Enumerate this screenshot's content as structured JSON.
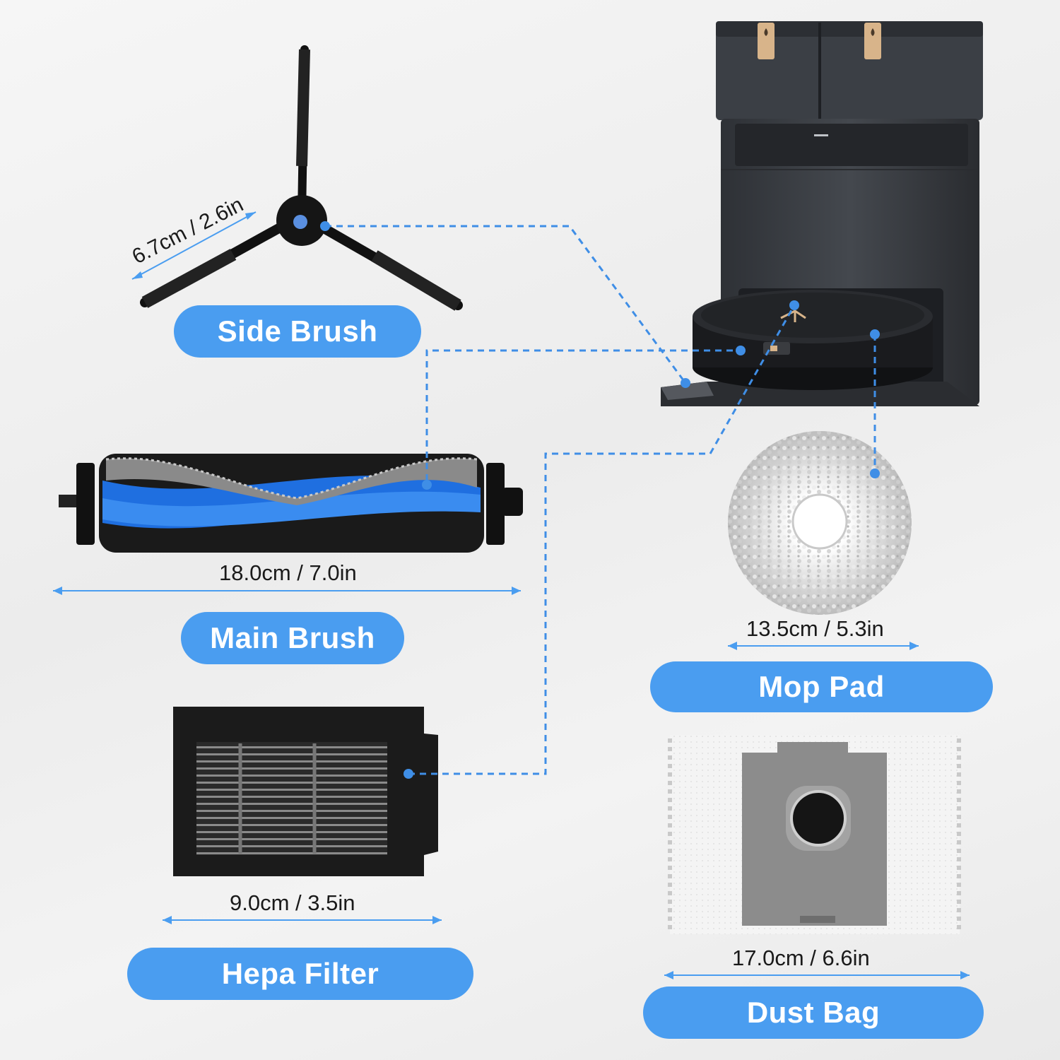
{
  "products": {
    "side_brush": {
      "label": "Side Brush",
      "dimension": "6.7cm / 2.6in"
    },
    "main_brush": {
      "label": "Main Brush",
      "dimension": "18.0cm / 7.0in"
    },
    "hepa_filter": {
      "label": "Hepa Filter",
      "dimension": "9.0cm / 3.5in"
    },
    "mop_pad": {
      "label": "Mop Pad",
      "dimension": "13.5cm / 5.3in"
    },
    "dust_bag": {
      "label": "Dust Bag",
      "dimension": "17.0cm / 6.6in"
    }
  },
  "colors": {
    "accent": "#4a9df0",
    "connector": "#3f8ee6",
    "station": "#3a3d42",
    "background": "#f2f2f2"
  },
  "icons": {
    "station_lid_left": "water-drop-icon",
    "station_lid_right": "water-drop-icon"
  }
}
